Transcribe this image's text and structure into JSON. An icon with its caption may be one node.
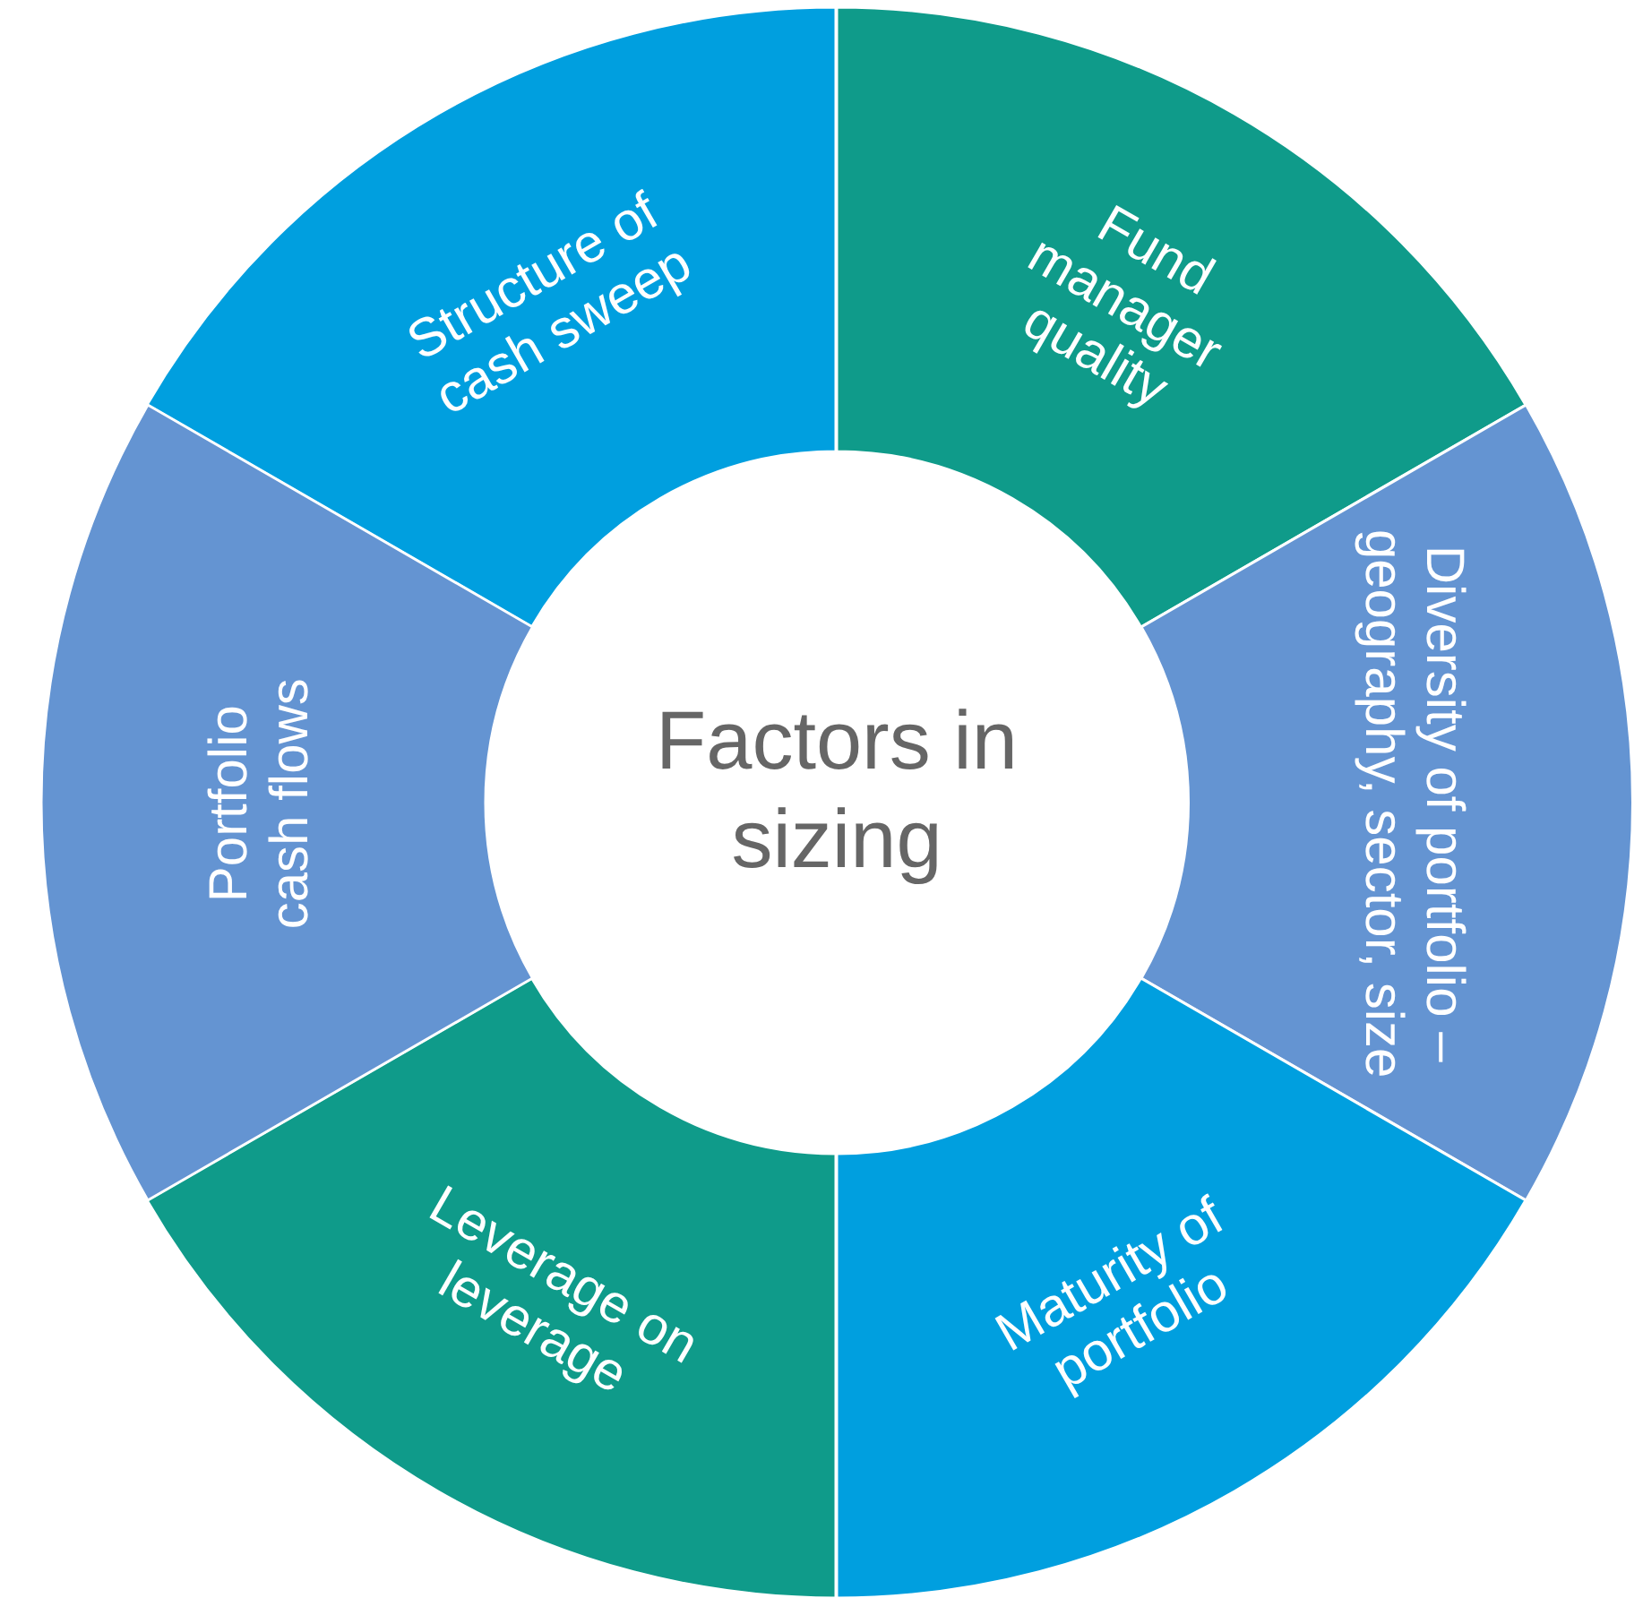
{
  "diagram": {
    "nodes": [
      {
        "text": [
          "Factors in sizing"
        ]
      },
      {
        "text": [
          "Structure of cash sweep"
        ]
      },
      {
        "text": [
          "Fund manager quality"
        ]
      },
      {
        "text": [
          "Diversity of portfolio – geography, sector, size"
        ]
      },
      {
        "text": [
          "Maturity of portfolio"
        ]
      },
      {
        "text": [
          "Leverage on leverage"
        ]
      },
      {
        "text": [
          "Portfolio cash flows"
        ]
      }
    ],
    "edges": []
  }
}
